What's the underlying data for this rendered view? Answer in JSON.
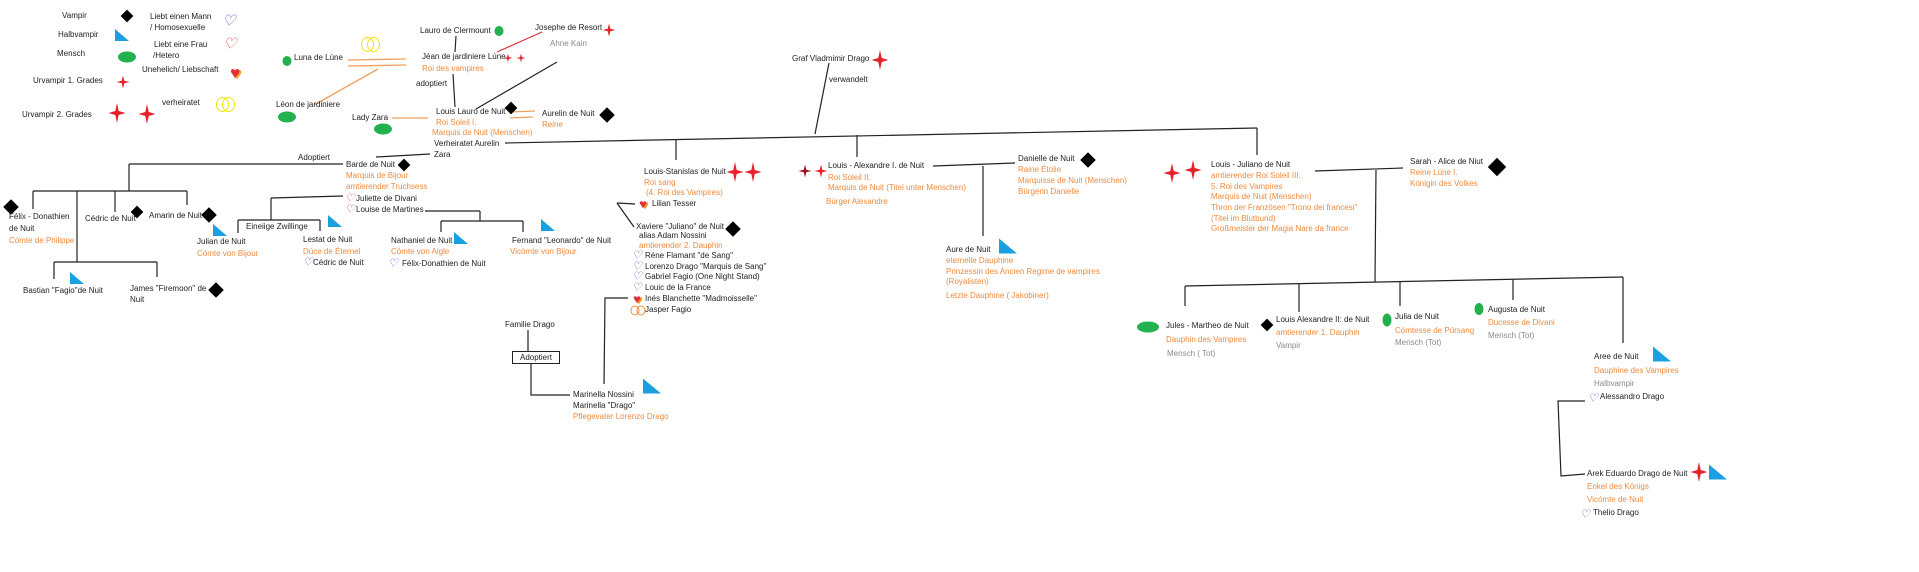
{
  "colors": {
    "title_text": "#f08a3c",
    "status_text": "#8a8a8a",
    "vampir": "#000000",
    "halbvampir": "#1aa0e0",
    "mensch": "#22b14c",
    "urvampir": "#e8202a",
    "homo_heart": "#3f48cc",
    "hetero_heart": "#e0303a",
    "married_rings": "#f2e400"
  },
  "legend": {
    "vampir": "Vampir",
    "halbvampir": "Halbvampir",
    "mensch": "Mensch",
    "urvampir1": "Urvampir 1. Grades",
    "urvampir2": "Urvampir 2. Grades",
    "liebt_mann": [
      "Liebt einen Mann",
      "/ Homosexuelle"
    ],
    "liebt_frau": [
      "Liebt eine Frau",
      "/Hetero"
    ],
    "unehelich": "Unehelich/ Liebschaft",
    "verheiratet": "verheiratet"
  },
  "labels": {
    "adoptiert_jean": "adoptiert",
    "adoptiert_barde": "Adoptiert",
    "adoptiert_box": "Adoptiert",
    "eineiige": "Eineiige Zwillinge",
    "verwandelt": "verwandelt",
    "familie_drago": "Familie Drago",
    "verheiratet_aurelin": "Verheiratet Aurelin",
    "zara": "Zara"
  },
  "people": {
    "luna": {
      "name": "Luna de Lúne"
    },
    "leon": {
      "name": "Léon de jardiniere"
    },
    "lady_zara": {
      "name": "Lady Zara"
    },
    "lauro": {
      "name": "Lauro de Clermount"
    },
    "josephe": {
      "name": "Josephe de Resort"
    },
    "jean": {
      "name": "Jéan de jardiniere Lúne",
      "titles": [
        "Roi des vampires"
      ]
    },
    "ahne_kain": {
      "name": "Ahne Kain"
    },
    "louis_lauro": {
      "name": "Louis Lauro de Nuit",
      "titles": [
        "Roi Soleil I.",
        "Marquis de Nuit (Menschen)"
      ]
    },
    "aurelin": {
      "name": "Aurelin de Nuit",
      "titles": [
        "Reine"
      ]
    },
    "graf": {
      "name": "Graf Vladmimir Drago"
    },
    "barde": {
      "name": "Barde de Nuit",
      "titles": [
        "Marquis de Bijour",
        "amtierender Truchsess"
      ],
      "partners": [
        "Juliette de Divani",
        "Louise de Martines"
      ]
    },
    "felix": {
      "name": [
        "Félix - Donathien",
        "de Nuit"
      ],
      "titles": [
        "Cómte de Philippe"
      ]
    },
    "cedric": {
      "name": "Cédric de Nuit"
    },
    "amarin": {
      "name": "Amarin de Nuit"
    },
    "bastian": {
      "name": "Bastian \"Fagio\"de Nuit"
    },
    "james": {
      "name": [
        "James \"Firemoon\" de",
        "Nuit"
      ]
    },
    "julian": {
      "name": "Julian de Nuit",
      "titles": [
        "Cómte von Bijour"
      ]
    },
    "lestat": {
      "name": "Lestat de Nuit",
      "titles": [
        "Dúce de Éternel"
      ],
      "partner": "Cédric de Nuit"
    },
    "nathaniel": {
      "name": "Nathaniel de Nuit",
      "titles": [
        "Cómte von Aigle"
      ],
      "partner": "Félix-Donathien de Nuit"
    },
    "fernand": {
      "name": "Fernand \"Leonardo\" de Nuit",
      "titles": [
        "Vicómte von Bijour"
      ]
    },
    "louis_stanislas": {
      "name": "Louis-Stanislas de Nuit",
      "titles": [
        "Roi sang",
        "(4. Roi des Vampires)"
      ],
      "partner": "Lilian Tesser"
    },
    "xaviere": {
      "name": [
        "Xaviere \"Juliano\" de Nuit",
        "alias Adam Nossini"
      ],
      "titles": [
        "amtierender 2. Dauphin"
      ],
      "partners": [
        "Réne Flamant \"de Sang\"",
        "Lorenzo Drago \"Marquis de Sang\"",
        "Gabriel Fagio (One Night Stand)",
        "Louic de la France",
        "Inés Blanchette \"Madmoisselle\"",
        "Jasper Fagio"
      ]
    },
    "marinella": {
      "name": [
        "Marinella Nossini",
        "Marinella \"Drago\""
      ],
      "titles": [
        "Pflegevater Lorenzo Drago"
      ]
    },
    "louis_alexandre": {
      "name": "Louis - Alexandre I. de Nuit",
      "titles": [
        "Roi Soleil II.",
        "Marquis de Nuit (Titel unter Menschen)",
        "Bürger Alexandre"
      ]
    },
    "danielle": {
      "name": "Danielle de Nuit",
      "titles": [
        "Raine Étolie",
        "Marquisse de Nuit (Menschen)",
        "Bürgerin Danielle"
      ]
    },
    "aure": {
      "name": "Aure de Nuit",
      "titles": [
        "eternelle Dauphine",
        "Prinzessin des Ancien Regime de vampires",
        "(Royalisten)",
        "Letzte Dauphine ( Jakobiner)"
      ]
    },
    "louis_juliano": {
      "name": "Louis - Juliano de Nuit",
      "titles": [
        "amtierender Roi Soleil III.",
        "5. Roi des Vampires",
        "Marquis de Nuit (Menschen)",
        "Thron der Französen \"Trono dei francesi\"",
        "(Titel im Blutbund)",
        "Großmeister der Magia Nare da france"
      ]
    },
    "sarah": {
      "name": "Sarah - Alice de Niut",
      "titles": [
        "Reine Lúne I.",
        "Königin des Volkes"
      ]
    },
    "jules": {
      "name": "Jules - Martheo de Nuit",
      "titles": [
        "Dauphin des Vampires"
      ],
      "status": "Mensch ( Tot)"
    },
    "louis_alexandre_2": {
      "name": "Louis Alexandre II: de Nuit",
      "titles": [
        "amtierender 1. Dauphin"
      ],
      "status": "Vampir"
    },
    "julia": {
      "name": "Julia de Nuit",
      "titles": [
        "Cómtesse de Púrsang"
      ],
      "status": "Mensch (Tot)"
    },
    "augusta": {
      "name": "Augusta de Nuit",
      "titles": [
        "Ducesse de Divani"
      ],
      "status": "Mensch (Tot)"
    },
    "aree": {
      "name": "Aree de Nuit",
      "titles": [
        "Dauphine des Vampires"
      ],
      "status": "Halbvampir",
      "partner": "Alessandro Drago"
    },
    "arek": {
      "name": "Arek Eduardo Drago de Nuit",
      "titles": [
        "Enkel des Königs",
        "Vicómte de Nuit"
      ],
      "partner": "Thelio Drago"
    }
  }
}
